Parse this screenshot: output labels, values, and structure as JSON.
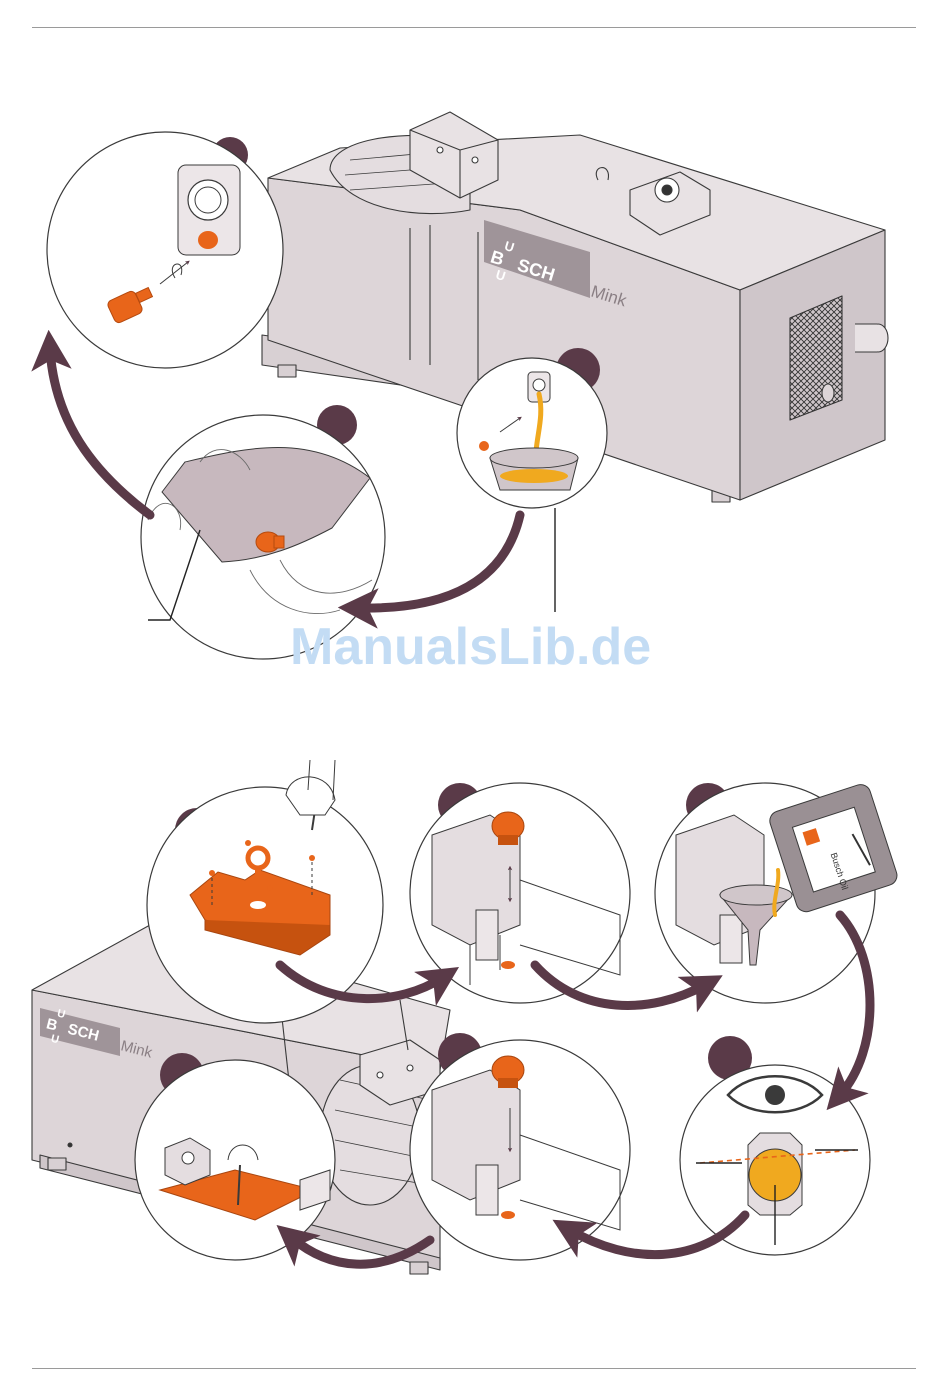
{
  "brand": {
    "logo_letters": [
      "U",
      "B",
      "SCH",
      "U"
    ],
    "model": "Mink",
    "oil_label": "Busch Oil"
  },
  "watermark": "ManualsLib.de",
  "colors": {
    "accent_orange": "#e8651a",
    "oil_yellow": "#f0a91f",
    "arrow_plum": "#5a3a48",
    "body_gray": "#ddd5d8",
    "outline": "#3a3a3a"
  },
  "icons": [
    "eye-icon",
    "drain-plug",
    "oil-sight-glass",
    "oil-canister",
    "funnel",
    "drip-tray",
    "eyebolt",
    "cover-plate"
  ]
}
